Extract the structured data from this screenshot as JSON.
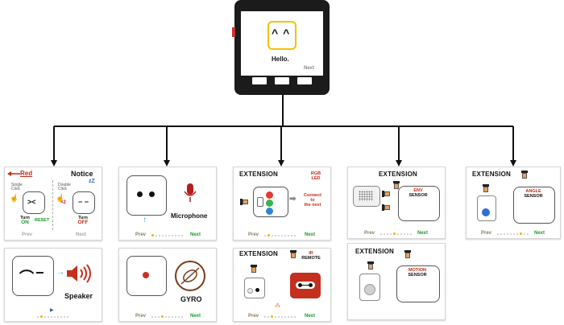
{
  "device": {
    "face": "^ ^",
    "hello": "Hello.",
    "next": "Next"
  },
  "notice_card": {
    "title": "Notice",
    "red_label": "Red",
    "single_click": "Single Click",
    "double_click": "Double Click",
    "times2": "×2",
    "turn_on_a": "Turn",
    "turn_on_b": "ON",
    "reset": "RESET",
    "turn_off_a": "Turn",
    "turn_off_b": "OFF",
    "prev": "Prev",
    "next": "Next"
  },
  "speaker_card": {
    "label": "Speaker",
    "face_left": "⌒",
    "face_right": "−"
  },
  "microphone_card": {
    "label": "Microphone",
    "prev": "Prev",
    "next": "Next"
  },
  "gyro_card": {
    "label": "GYRO",
    "prev": "Prev",
    "next": "Next"
  },
  "rgb_card": {
    "title": "EXTENSION",
    "tag_a": "RGB",
    "tag_b": "LED",
    "connect_a": "Connect",
    "connect_b": "to",
    "connect_c": "the next",
    "prev": "Prev",
    "next": "Next"
  },
  "ir_card": {
    "title": "EXTENSION",
    "tag_a": "IR",
    "tag_b": "REMOTE",
    "prev": "Prev",
    "next": "Next"
  },
  "env_card": {
    "title": "EXTENSION",
    "tag_a": "ENV",
    "tag_b": "SENSOR",
    "prev": "Prev",
    "next": "Next"
  },
  "motion_card": {
    "title": "EXTENSION",
    "tag_a": "MOTION",
    "tag_b": "SENSOR"
  },
  "angle_card": {
    "title": "EXTENSION",
    "tag_a": "ANGLE",
    "tag_b": "SENSOR",
    "prev": "Prev",
    "next": "Next"
  },
  "colors": {
    "line": "#111111",
    "accent_red": "#c42a14",
    "accent_yellow": "#f2c200",
    "next_green": "#1d9a2c"
  }
}
